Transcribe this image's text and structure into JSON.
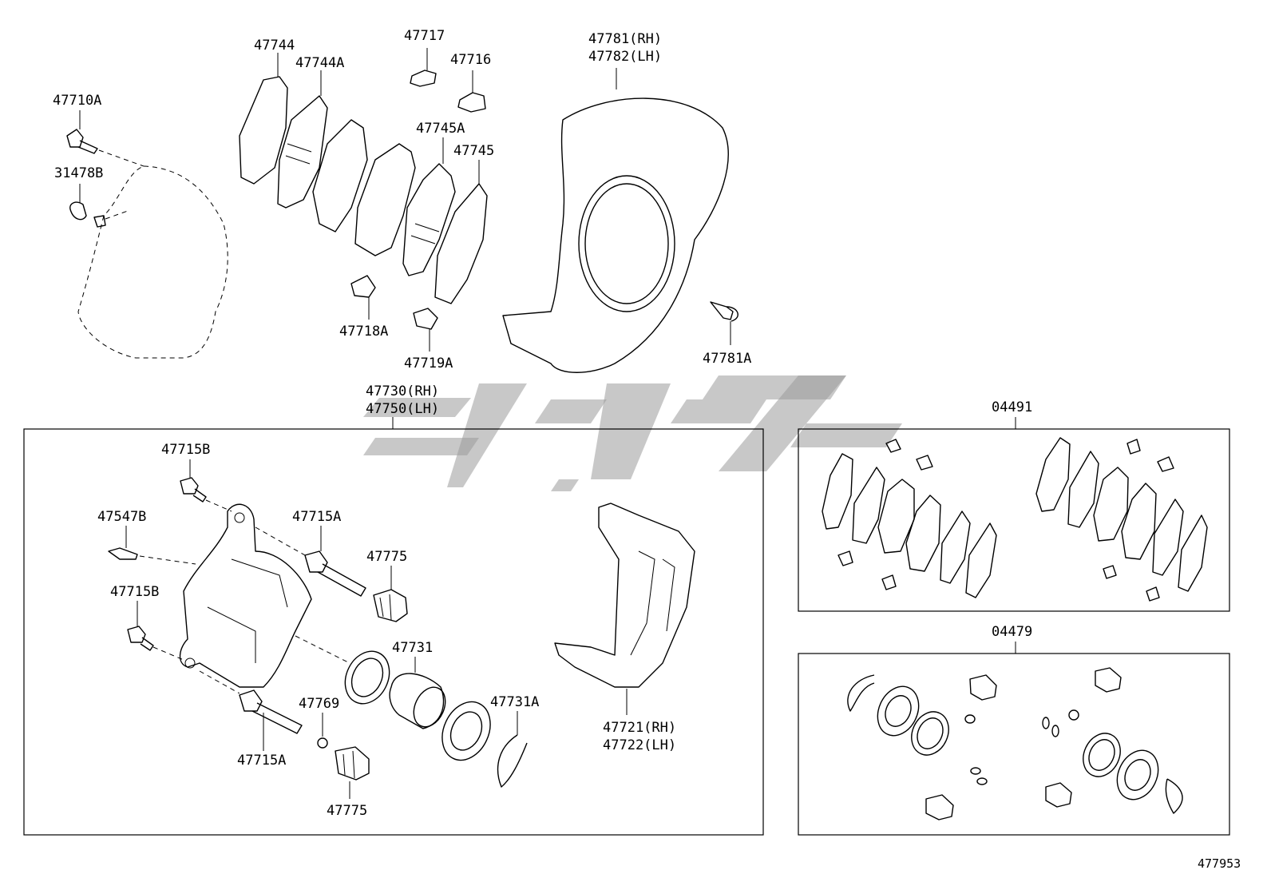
{
  "diagram": {
    "labels": {
      "p47744": "47744",
      "p47744a": "47744A",
      "p47717": "47717",
      "p47716": "47716",
      "p47781rh": "47781(RH)",
      "p47782lh": "47782(LH)",
      "p47710a": "47710A",
      "p31478b": "31478B",
      "p47745a": "47745A",
      "p47745": "47745",
      "p47718a": "47718A",
      "p47719a": "47719A",
      "p47781a": "47781A",
      "p47730rh": "47730(RH)",
      "p47750lh": "47750(LH)",
      "p04491": "04491",
      "p47715b_top": "47715B",
      "p47547b": "47547B",
      "p47715a_top": "47715A",
      "p47775_top": "47775",
      "p47715b_bottom": "47715B",
      "p47731": "47731",
      "p47769": "47769",
      "p47731a": "47731A",
      "p47721rh": "47721(RH)",
      "p47722lh": "47722(LH)",
      "p47715a_bottom": "47715A",
      "p47775_bottom": "47775",
      "p04479": "04479",
      "figure_code": "477953"
    }
  }
}
